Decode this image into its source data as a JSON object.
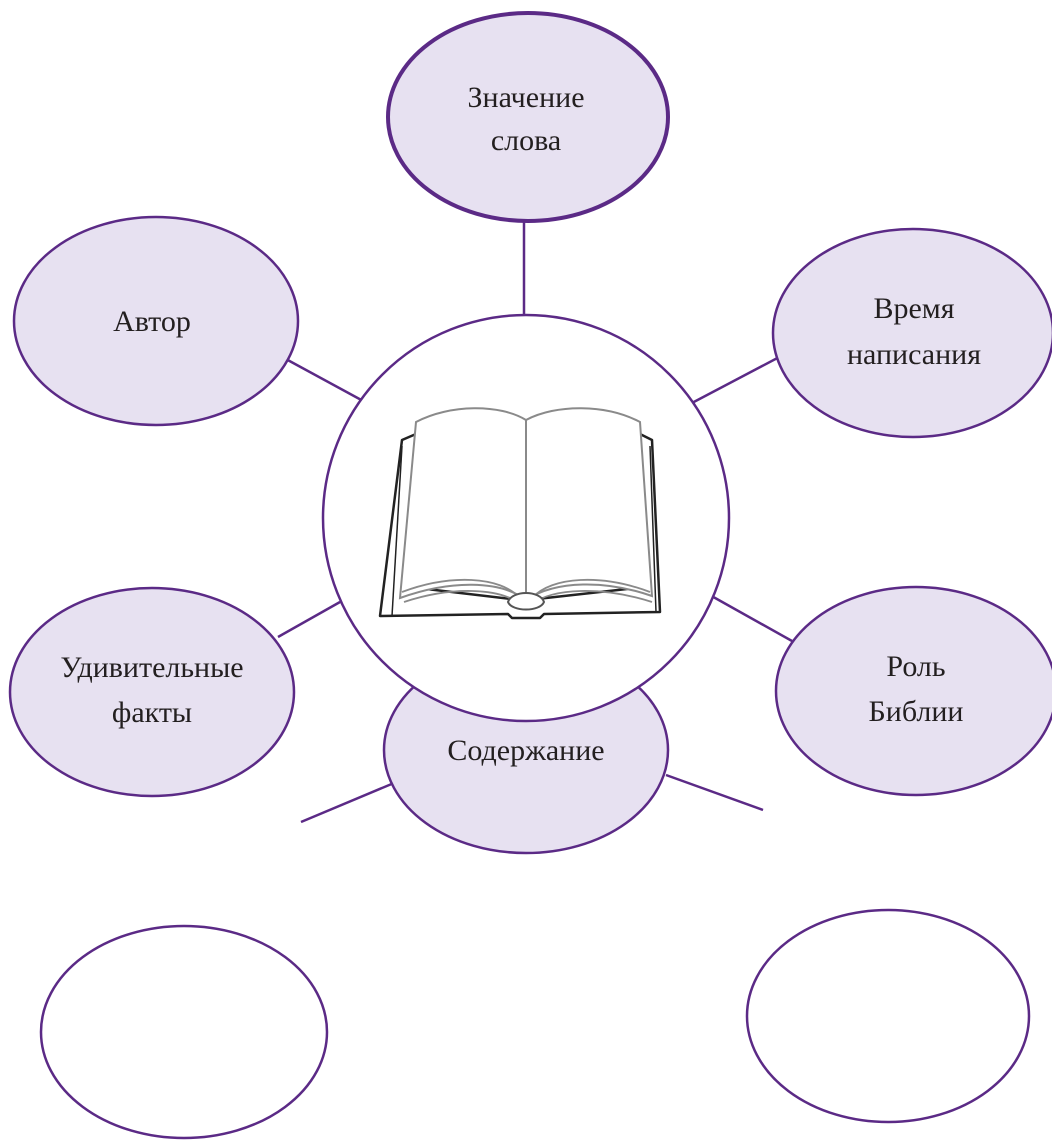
{
  "colors": {
    "node_fill": "#e7e1f1",
    "node_stroke": "#5b2a86",
    "text": "#231f20",
    "book_stroke": "#7a7a7a"
  },
  "center": {
    "icon": "open-book-icon"
  },
  "nodes": {
    "top": {
      "line1": "Значение",
      "line2": "слова"
    },
    "top_left": {
      "line1": "Автор"
    },
    "top_right": {
      "line1": "Время",
      "line2": "написания"
    },
    "mid_left": {
      "line1": "Удивительные",
      "line2": "факты"
    },
    "mid_right": {
      "line1": "Роль",
      "line2": "Библии"
    },
    "bottom": {
      "line1": "Содержание"
    },
    "bottom_left": {
      "line1": ""
    },
    "bottom_right": {
      "line1": ""
    }
  }
}
